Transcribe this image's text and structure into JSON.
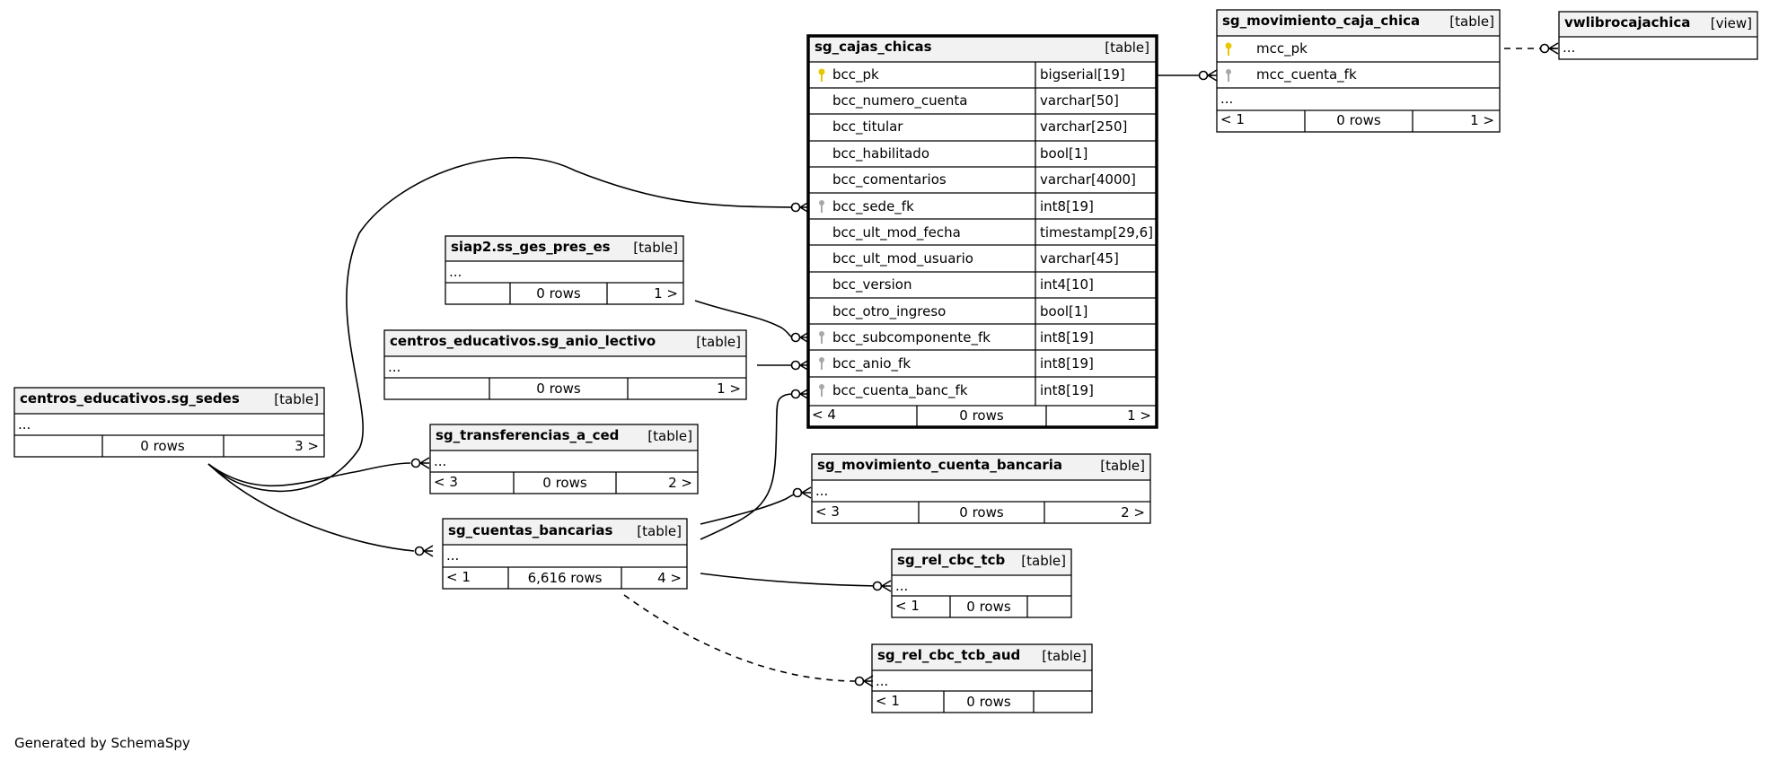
{
  "diagram": {
    "main_table": {
      "name": "sg_cajas_chicas",
      "kind": "[table]",
      "columns": [
        {
          "name": "bcc_pk",
          "type": "bigserial[19]",
          "key": "primary"
        },
        {
          "name": "bcc_numero_cuenta",
          "type": "varchar[50]",
          "key": ""
        },
        {
          "name": "bcc_titular",
          "type": "varchar[250]",
          "key": ""
        },
        {
          "name": "bcc_habilitado",
          "type": "bool[1]",
          "key": ""
        },
        {
          "name": "bcc_comentarios",
          "type": "varchar[4000]",
          "key": ""
        },
        {
          "name": "bcc_sede_fk",
          "type": "int8[19]",
          "key": "foreign"
        },
        {
          "name": "bcc_ult_mod_fecha",
          "type": "timestamp[29,6]",
          "key": ""
        },
        {
          "name": "bcc_ult_mod_usuario",
          "type": "varchar[45]",
          "key": ""
        },
        {
          "name": "bcc_version",
          "type": "int4[10]",
          "key": ""
        },
        {
          "name": "bcc_otro_ingreso",
          "type": "bool[1]",
          "key": ""
        },
        {
          "name": "bcc_subcomponente_fk",
          "type": "int8[19]",
          "key": "foreign"
        },
        {
          "name": "bcc_anio_fk",
          "type": "int8[19]",
          "key": "foreign"
        },
        {
          "name": "bcc_cuenta_banc_fk",
          "type": "int8[19]",
          "key": "foreign"
        }
      ],
      "footer": {
        "parents": "< 4",
        "rows": "0 rows",
        "children": "1 >"
      }
    },
    "tables": [
      {
        "id": "mov-caja",
        "name": "sg_movimiento_caja_chica",
        "kind": "[table]",
        "columns": [
          {
            "name": "mcc_pk",
            "key": "primary"
          },
          {
            "name": "mcc_cuenta_fk",
            "key": "foreign"
          }
        ],
        "ellipsis": "...",
        "footer": {
          "parents": "< 1",
          "rows": "0 rows",
          "children": "1 >"
        }
      },
      {
        "id": "vw",
        "name": "vwlibrocajachica",
        "kind": "[view]",
        "ellipsis": "..."
      },
      {
        "id": "ges",
        "name": "siap2.ss_ges_pres_es",
        "kind": "[table]",
        "ellipsis": "...",
        "footer": {
          "parents": "",
          "rows": "0 rows",
          "children": "1 >"
        }
      },
      {
        "id": "anio",
        "name": "centros_educativos.sg_anio_lectivo",
        "kind": "[table]",
        "ellipsis": "...",
        "footer": {
          "parents": "",
          "rows": "0 rows",
          "children": "1 >"
        }
      },
      {
        "id": "sedes",
        "name": "centros_educativos.sg_sedes",
        "kind": "[table]",
        "ellipsis": "...",
        "footer": {
          "parents": "",
          "rows": "0 rows",
          "children": "3 >"
        }
      },
      {
        "id": "transf",
        "name": "sg_transferencias_a_ced",
        "kind": "[table]",
        "ellipsis": "...",
        "footer": {
          "parents": "< 3",
          "rows": "0 rows",
          "children": "2 >"
        }
      },
      {
        "id": "cuentas",
        "name": "sg_cuentas_bancarias",
        "kind": "[table]",
        "ellipsis": "...",
        "footer": {
          "parents": "< 1",
          "rows": "6,616 rows",
          "children": "4 >"
        }
      },
      {
        "id": "movcb",
        "name": "sg_movimiento_cuenta_bancaria",
        "kind": "[table]",
        "ellipsis": "...",
        "footer": {
          "parents": "< 3",
          "rows": "0 rows",
          "children": "2 >"
        }
      },
      {
        "id": "tcb",
        "name": "sg_rel_cbc_tcb",
        "kind": "[table]",
        "ellipsis": "...",
        "footer": {
          "parents": "< 1",
          "rows": "0 rows",
          "children": ""
        }
      },
      {
        "id": "tcbaud",
        "name": "sg_rel_cbc_tcb_aud",
        "kind": "[table]",
        "ellipsis": "...",
        "footer": {
          "parents": "< 1",
          "rows": "0 rows",
          "children": ""
        }
      }
    ],
    "colors": {
      "primary_key": "#e6c800",
      "foreign_key": "#a8a8a8",
      "header_fill": "#f2f2f2",
      "line": "#000000"
    },
    "footer_text": "Generated by SchemaSpy"
  }
}
